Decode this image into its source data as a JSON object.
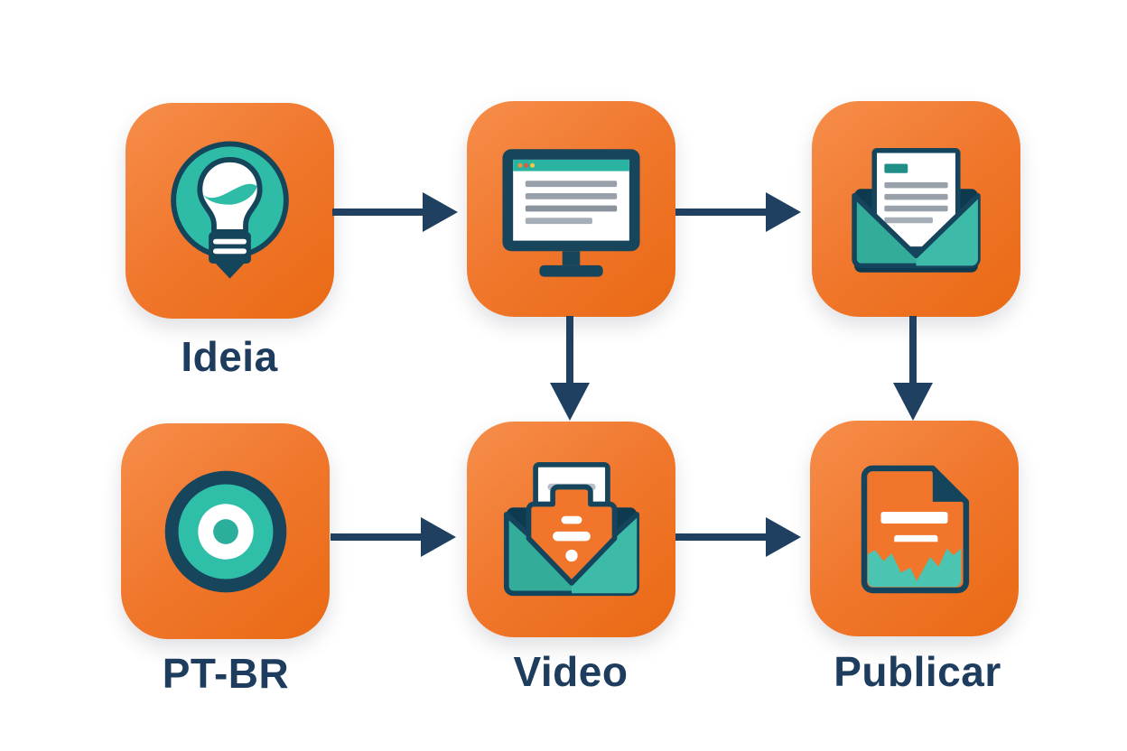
{
  "diagram": {
    "type": "flowchart",
    "background_color": "#FFFFFF",
    "colors": {
      "node_orange": "#F0762B",
      "node_orange_light": "#F68E4B",
      "node_orange_dark": "#EA6A14",
      "teal": "#2FBCA7",
      "teal_mid": "#33AC9A",
      "navy_outline": "#14455C",
      "arrow_navy": "#1F4060",
      "label_navy": "#1E3C5E",
      "text_line_gray": "#98A1A9",
      "white": "#FFFFFF"
    },
    "nodes": [
      {
        "label": "Ideia",
        "icon": "lightbulb-icon",
        "row": 1,
        "col": 1
      },
      {
        "label": "",
        "icon": "monitor-script-icon",
        "row": 1,
        "col": 2
      },
      {
        "label": "",
        "icon": "open-envelope-letter-icon",
        "row": 1,
        "col": 3
      },
      {
        "label": "PT-BR",
        "icon": "target-icon",
        "row": 2,
        "col": 1
      },
      {
        "label": "Video",
        "icon": "envelope-tag-icon",
        "row": 2,
        "col": 2
      },
      {
        "label": "Publicar",
        "icon": "document-publish-icon",
        "row": 2,
        "col": 3
      }
    ],
    "arrows": [
      {
        "from": 0,
        "to": 1,
        "direction": "right"
      },
      {
        "from": 1,
        "to": 2,
        "direction": "right"
      },
      {
        "from": 1,
        "to": 4,
        "direction": "down"
      },
      {
        "from": 2,
        "to": 5,
        "direction": "down"
      },
      {
        "from": 3,
        "to": 4,
        "direction": "right"
      },
      {
        "from": 4,
        "to": 5,
        "direction": "right"
      }
    ]
  }
}
